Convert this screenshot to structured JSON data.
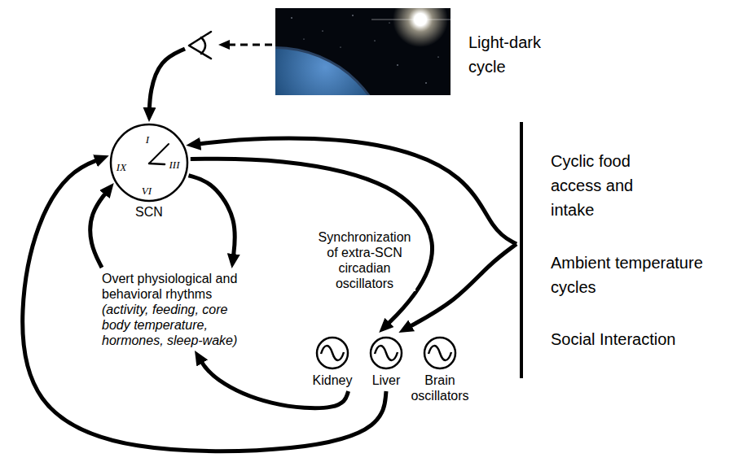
{
  "diagram": {
    "nodes": [
      {
        "text": [
          "Light-dark cycle"
        ]
      },
      {
        "text": [
          "I",
          "III",
          "VI",
          "IX",
          "SCN"
        ]
      },
      {
        "text": [
          "Overt physiological and behavioral rhythms",
          "(activity, feeding, core body temperature, hormones, sleep-wake)"
        ]
      },
      {
        "text": [
          "Kidney"
        ]
      },
      {
        "text": [
          "Liver"
        ]
      },
      {
        "text": [
          "Brain oscillators"
        ]
      },
      {
        "text": [
          "Cyclic food access and intake",
          "Ambient temperature cycles",
          "Social Interaction"
        ]
      }
    ],
    "edges": [
      {
        "from": 0,
        "to": 1,
        "arrow": "to"
      },
      {
        "from": 1,
        "to": 2,
        "arrow": "to"
      },
      {
        "from": 2,
        "to": 1,
        "arrow": "to"
      },
      {
        "from": 1,
        "to": 4,
        "arrow": "to",
        "label": "Synchronization of extra-SCN circadian oscillators"
      },
      {
        "from": 6,
        "to": 1,
        "arrow": "to"
      },
      {
        "from": 6,
        "to": 4,
        "arrow": "to"
      },
      {
        "from": 3,
        "to": 2,
        "arrow": "to"
      },
      {
        "from": 4,
        "to": 1,
        "arrow": "to"
      }
    ]
  }
}
